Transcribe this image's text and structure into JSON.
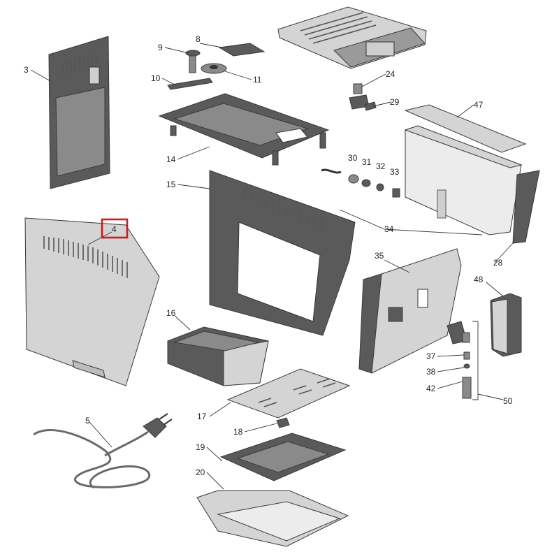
{
  "diagram": {
    "highlighted_part": "4",
    "highlight_color": "#d11a1a",
    "callouts": {
      "p3": "3",
      "p4": "4",
      "p5": "5",
      "p8": "8",
      "p9": "9",
      "p10": "10",
      "p11": "11",
      "p14": "14",
      "p15": "15",
      "p16": "16",
      "p17": "17",
      "p18": "18",
      "p19": "19",
      "p20": "20",
      "p24": "24",
      "p28": "28",
      "p29": "29",
      "p30": "30",
      "p31": "31",
      "p32": "32",
      "p33": "33",
      "p34": "34",
      "p35": "35",
      "p37": "37",
      "p38": "38",
      "p42": "42",
      "p47": "47",
      "p48": "48",
      "p50": "50"
    }
  }
}
